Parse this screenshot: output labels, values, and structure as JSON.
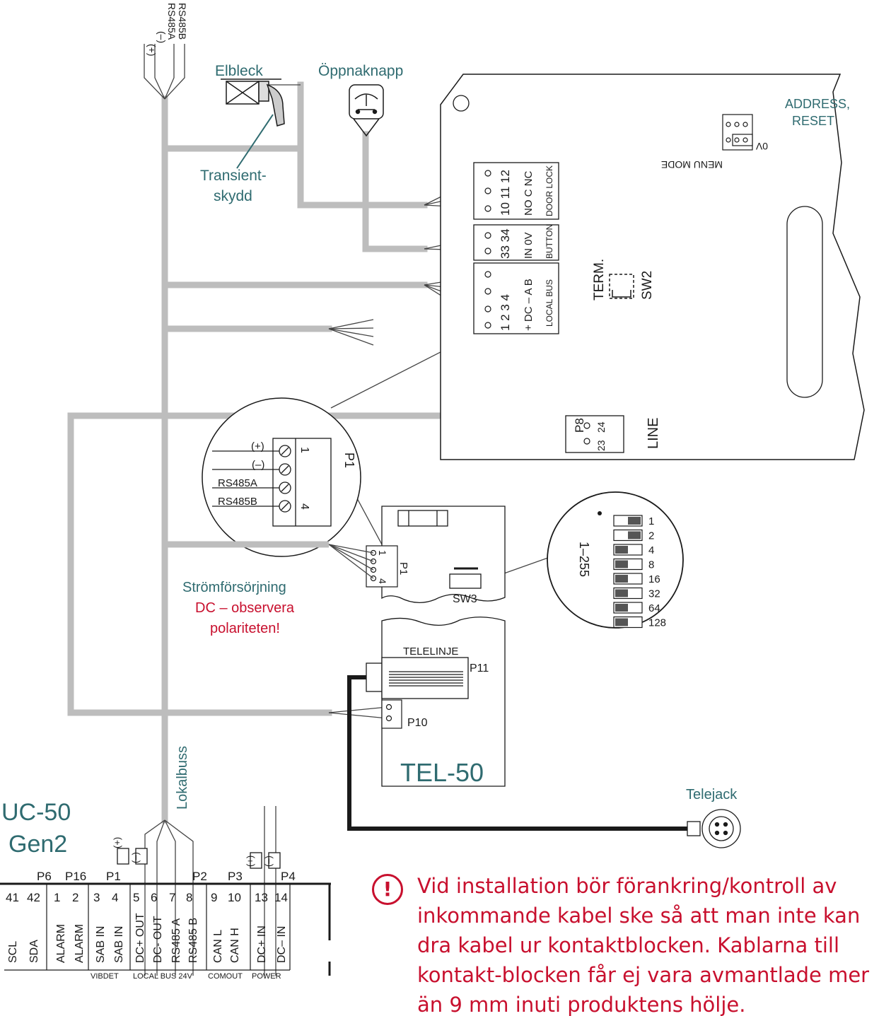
{
  "top_cable": {
    "plus": "(+)",
    "minus": "(–)",
    "a": "RS485A",
    "b": "RS485B"
  },
  "labels": {
    "elbleck": "Elbleck",
    "oppnaknapp": "Öppnaknapp",
    "transient_1": "Transient-",
    "transient_2": "skydd",
    "address_1": "ADDRESS,",
    "address_2": "RESET",
    "menu_mode": "MENU MODE",
    "zero_v": "0V",
    "term": "TERM.",
    "sw2": "SW2",
    "lokalbuss": "Lokalbuss",
    "strom_1": "Strömförsörjning",
    "strom_2": "DC – observera",
    "strom_3": "polariteten!",
    "telejack": "Telejack"
  },
  "door_panel": {
    "door_lock": {
      "nums": "10 11 12",
      "sig": "NO  C  NC",
      "name": "DOOR LOCK"
    },
    "button": {
      "nums": "33 34",
      "sig": "IN  0V",
      "name": "BUTTON"
    },
    "local_bus": {
      "nums": "1  2  3  4",
      "sig": "+ DC –  A  B",
      "name": "LOCAL BUS"
    },
    "line": {
      "p": "P8",
      "nums1": "24",
      "nums2": "23",
      "name": "LINE"
    }
  },
  "zoom_p1": {
    "title": "P1",
    "plus": "(+)",
    "minus": "(–)",
    "a": "RS485A",
    "b": "RS485B",
    "n1": "1",
    "n4": "4"
  },
  "psu": {
    "p1": "P1",
    "n1": "1",
    "n4": "4",
    "sw3": "SW3"
  },
  "dip": {
    "range": "1–255",
    "values": [
      "1",
      "2",
      "4",
      "8",
      "16",
      "32",
      "64",
      "128"
    ]
  },
  "tel": {
    "telelinje": "TELELINJE",
    "p11": "P11",
    "p10": "P10",
    "name": "TEL-50"
  },
  "uc50": {
    "name_1": "UC-50",
    "name_2": "Gen2",
    "plus": "(+)",
    "minus": "(–)",
    "plus2": "(+)",
    "minus2": "(–)",
    "ports": [
      "P6",
      "P16",
      "P1",
      "P2",
      "P3",
      "P4"
    ],
    "pins": [
      "41",
      "42",
      "1",
      "2",
      "3",
      "4",
      "5",
      "6",
      "7",
      "8",
      "9",
      "10",
      "13",
      "14"
    ],
    "signals": [
      "SCL",
      "SDA",
      "ALARM",
      "ALARM",
      "SAB IN",
      "SAB IN",
      "DC+ OUT",
      "DC- OUT",
      "RS485 A",
      "RS485 B",
      "CAN L",
      "CAN H",
      "DC+ IN",
      "DC– IN"
    ],
    "groups": [
      "VIBDET",
      "LOCAL BUS 24V",
      "COMOUT",
      "POWER"
    ]
  },
  "warning": {
    "icon": "exclamation-circle-icon",
    "text": "Vid installation bör förankring/kontroll av inkommande kabel ske så att man inte kan dra kabel ur kontaktblocken. Kablarna till kontakt-blocken får ej vara avmantlade mer än 9 mm inuti produktens hölje."
  },
  "colors": {
    "cable": "#bdbdbd",
    "teal": "#2f6b70",
    "red": "#c8102e",
    "line": "#1a1a1a"
  }
}
